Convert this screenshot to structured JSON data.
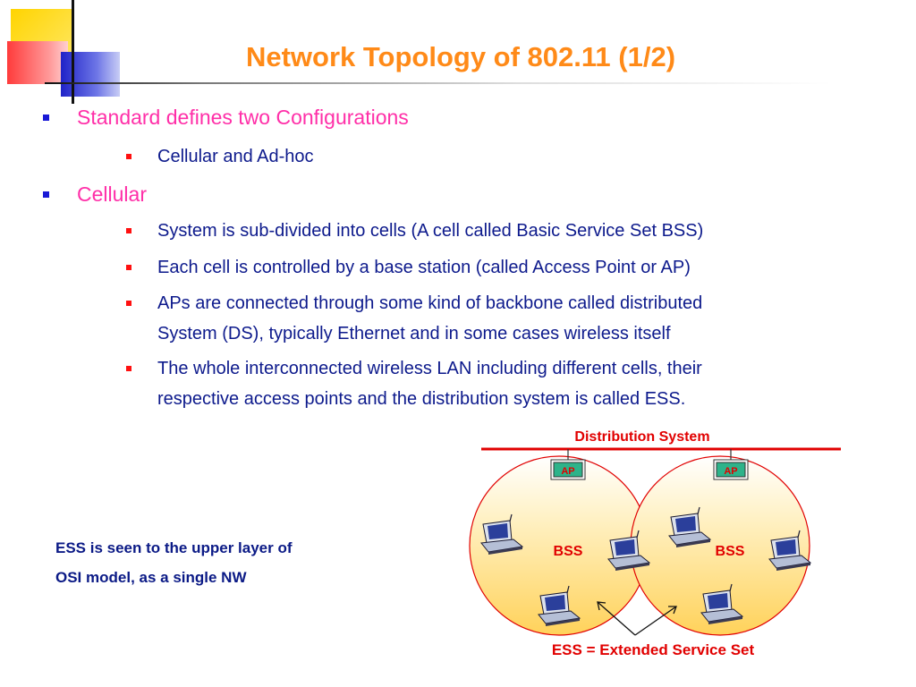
{
  "title": "Network Topology of 802.11 (1/2)",
  "bullets": {
    "config_heading": "Standard defines two Configurations",
    "config_item": "Cellular  and Ad-hoc",
    "cellular_heading": "Cellular",
    "cellular_items": [
      "System is sub-divided into cells (A cell called Basic Service Set BSS)",
      "Each cell is controlled by a base station (called Access Point or AP)",
      "APs are connected through some kind of backbone called distributed",
      "System (DS), typically Ethernet and in some cases wireless itself",
      "The whole interconnected wireless LAN including different cells, their",
      "respective access points and the distribution system is called ESS."
    ]
  },
  "ess_note": {
    "line1": "ESS is seen to the upper layer of",
    "line2": "OSI model, as a single NW"
  },
  "diagram": {
    "ds_label": "Distribution System",
    "ap_left": "AP",
    "ap_right": "AP",
    "bss_left": "BSS",
    "bss_right": "BSS",
    "ess_caption": "ESS = Extended Service Set"
  },
  "colors": {
    "title": "#ff8a18",
    "level1_text": "#ff2fa8",
    "level2_text": "#0d1a8c",
    "diagram_red": "#e10000",
    "ap_fill": "#2db38a"
  }
}
